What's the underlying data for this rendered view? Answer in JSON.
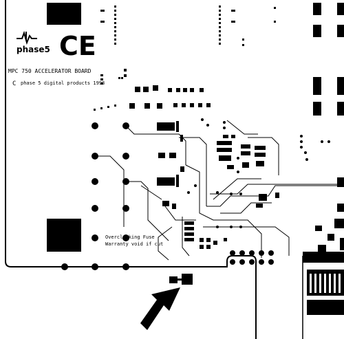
{
  "logo": {
    "brand": "phase5",
    "mark": "CE"
  },
  "silkscreen": {
    "board_title": "MPC 750 ACCELERATOR BOARD",
    "copyright_letter": "C",
    "copyright_text": "phase 5 digital products 1998",
    "fuse_line1": "Overclocking Fuse",
    "fuse_line2": "Warranty void if cut"
  },
  "colors": {
    "copper": "#000000",
    "board": "#ffffff"
  },
  "icons": {
    "pointer": "arrow-icon"
  }
}
